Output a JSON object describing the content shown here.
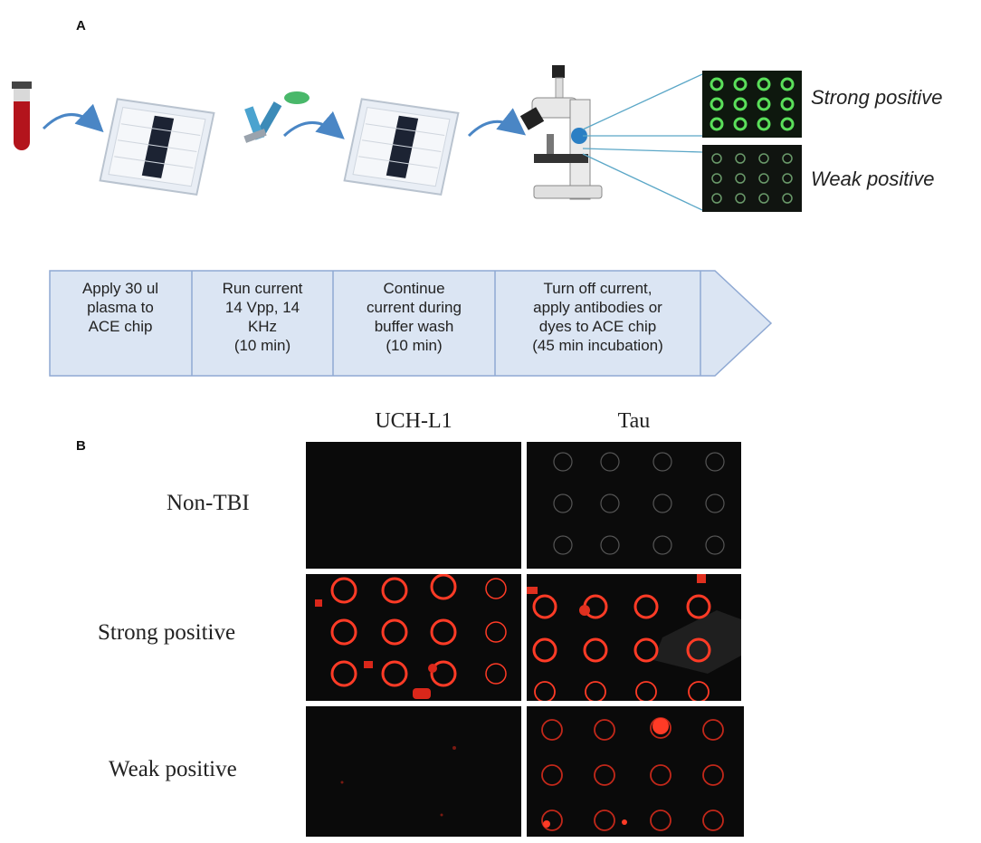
{
  "panel_a": {
    "label": "A",
    "results": [
      "Strong positive",
      "Weak positive"
    ],
    "steps": [
      {
        "lines": [
          "Apply 30 ul",
          "plasma to",
          "ACE chip"
        ]
      },
      {
        "lines": [
          "Run current",
          "14 Vpp, 14",
          "KHz",
          "(10 min)"
        ]
      },
      {
        "lines": [
          "Continue",
          "current during",
          "buffer wash",
          "(10 min)"
        ]
      },
      {
        "lines": [
          "Turn off current,",
          "apply antibodies or",
          "dyes to ACE chip",
          "(45 min incubation)"
        ]
      }
    ],
    "colors": {
      "arrow": "#4a86c5",
      "step_fill": "#dbe5f3",
      "step_border": "#8fa9d3",
      "green": "#5adf5a",
      "blood": "#b3141c"
    }
  },
  "panel_b": {
    "label": "B",
    "columns": [
      "UCH-L1",
      "Tau"
    ],
    "rows": [
      "Non-TBI",
      "Strong positive",
      "Weak positive"
    ],
    "colors": {
      "ring": "#ff3b26",
      "background": "#0a0a0a"
    }
  }
}
